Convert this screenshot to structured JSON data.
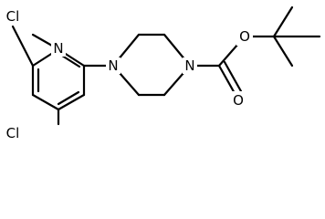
{
  "diagram": {
    "labels": {
      "cl_top": "Cl",
      "cl_bottom": "Cl",
      "n_pyridine": "N",
      "n_piperazine_left": "N",
      "n_piperazine_right": "N",
      "o_ester": "O",
      "o_carbonyl": "O"
    },
    "colors": {
      "bond": "#000000",
      "label": "#000000",
      "background": "#ffffff"
    }
  }
}
